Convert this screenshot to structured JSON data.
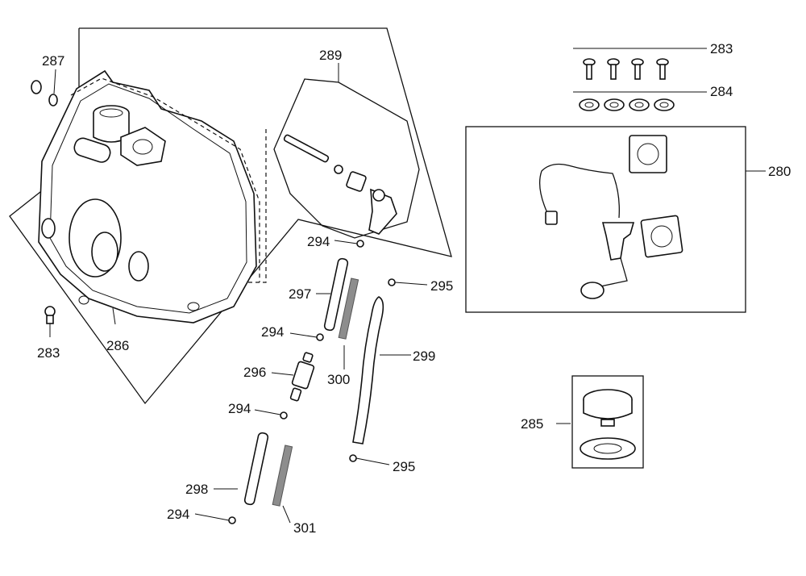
{
  "callouts": {
    "c280": "280",
    "c283_top": "283",
    "c283_left": "283",
    "c284": "284",
    "c285": "285",
    "c286": "286",
    "c287": "287",
    "c289": "289",
    "c294_a": "294",
    "c294_b": "294",
    "c294_c": "294",
    "c294_d": "294",
    "c295_a": "295",
    "c295_b": "295",
    "c296": "296",
    "c297": "297",
    "c298": "298",
    "c299": "299",
    "c300": "300",
    "c301": "301"
  }
}
